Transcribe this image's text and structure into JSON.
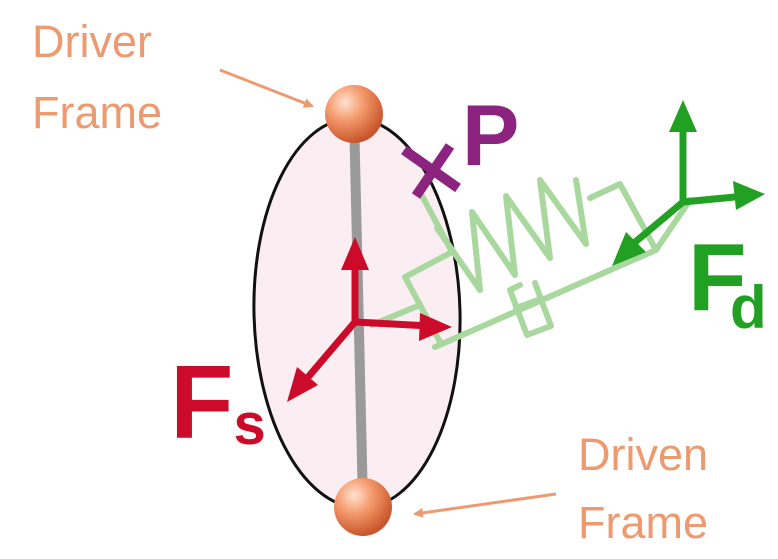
{
  "labels": {
    "driver_frame_line1": "Driver",
    "driver_frame_line2": "Frame",
    "driven_frame_line1": "Driven",
    "driven_frame_line2": "Frame",
    "point_p": "P",
    "fs_main": "F",
    "fs_sub": "s",
    "fd_main": "F",
    "fd_sub": "d"
  },
  "colors": {
    "label_orange": "#ee9a70",
    "purple": "#8b237f",
    "red": "#cc0a2a",
    "green": "#22a023",
    "spring_green": "#a9d89e",
    "ellipse_fill": "#fbeef3",
    "rod_gray": "#9a9a9a"
  }
}
